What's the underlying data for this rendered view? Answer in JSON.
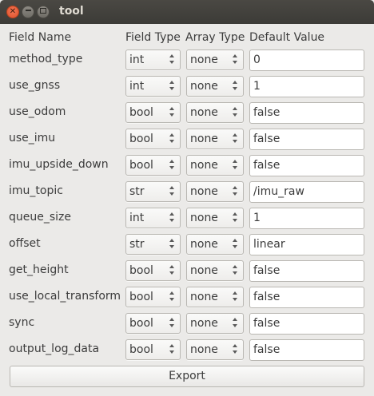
{
  "window": {
    "title": "tool"
  },
  "headers": {
    "field_name": "Field Name",
    "field_type": "Field Type",
    "array_type": "Array Type",
    "default_value": "Default Value"
  },
  "rows": [
    {
      "name": "method_type",
      "field_type": "int",
      "array_type": "none",
      "default": "0"
    },
    {
      "name": "use_gnss",
      "field_type": "int",
      "array_type": "none",
      "default": "1"
    },
    {
      "name": "use_odom",
      "field_type": "bool",
      "array_type": "none",
      "default": "false"
    },
    {
      "name": "use_imu",
      "field_type": "bool",
      "array_type": "none",
      "default": "false"
    },
    {
      "name": "imu_upside_down",
      "field_type": "bool",
      "array_type": "none",
      "default": "false"
    },
    {
      "name": "imu_topic",
      "field_type": "str",
      "array_type": "none",
      "default": "/imu_raw"
    },
    {
      "name": "queue_size",
      "field_type": "int",
      "array_type": "none",
      "default": "1"
    },
    {
      "name": "offset",
      "field_type": "str",
      "array_type": "none",
      "default": "linear"
    },
    {
      "name": "get_height",
      "field_type": "bool",
      "array_type": "none",
      "default": "false"
    },
    {
      "name": "use_local_transform",
      "field_type": "bool",
      "array_type": "none",
      "default": "false"
    },
    {
      "name": "sync",
      "field_type": "bool",
      "array_type": "none",
      "default": "false"
    },
    {
      "name": "output_log_data",
      "field_type": "bool",
      "array_type": "none",
      "default": "false"
    }
  ],
  "export_label": "Export",
  "icons": {
    "close": "close-icon",
    "minimize": "minimize-icon",
    "maximize": "maximize-icon",
    "combo_arrows": "updown-arrows-icon"
  },
  "colors": {
    "titlebar": "#3c3b37",
    "close_button": "#e0512c",
    "background": "#ebeae8"
  }
}
